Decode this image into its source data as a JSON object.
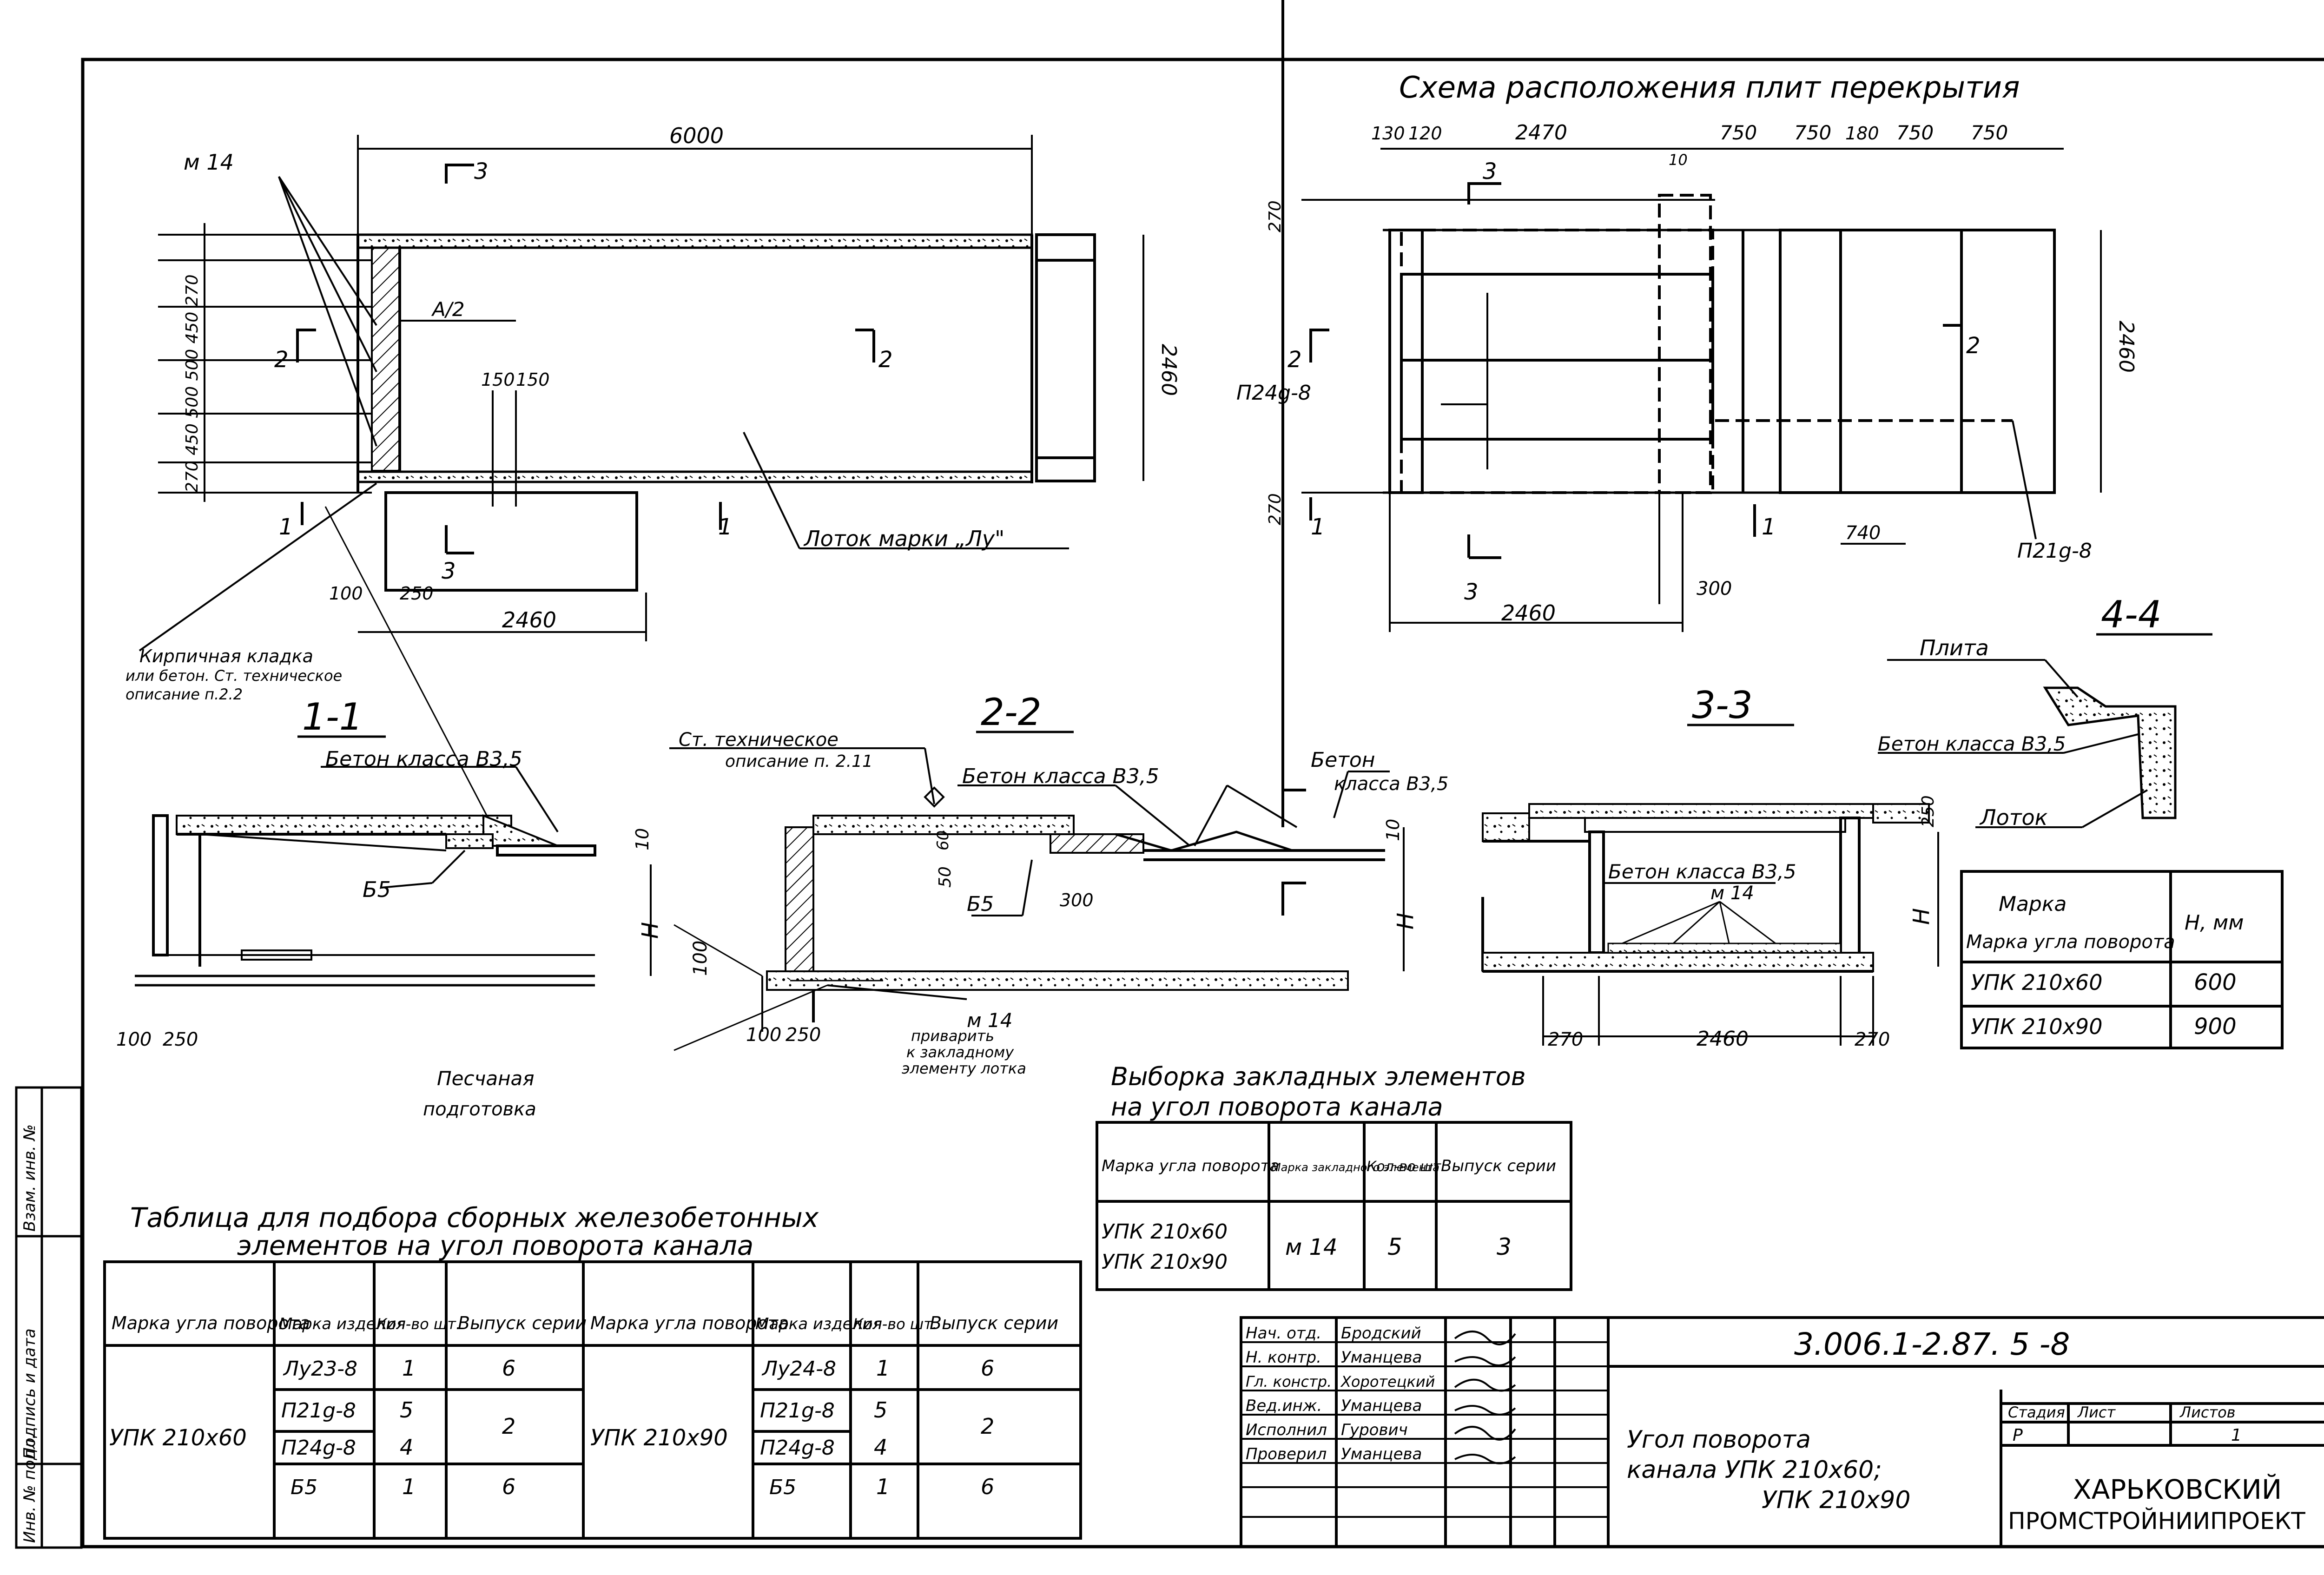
{
  "titles": {
    "plan_scheme": "Схема расположения плит перекрытия",
    "section_1": "1-1",
    "section_2": "2-2",
    "section_3": "3-3",
    "section_4": "4-4"
  },
  "left_plan": {
    "dim_total": "6000",
    "dim_bottom": "2460",
    "dim_height": "2460",
    "dim_100": "100",
    "dim_250": "250",
    "dim_a2": "A/2",
    "dim_150a": "150",
    "dim_150b": "150",
    "left_dims": "270 450 500 500 450 270",
    "mark_m14": "м 14",
    "cut_1": "1",
    "cut_2": "2",
    "cut_3": "3",
    "tray_label": "Лоток марки „Лу\"",
    "masonry_note_1": "Кирпичная кладка",
    "masonry_note_2": "или бетон. Ст. техническое",
    "masonry_note_3": "описание п.2.2"
  },
  "right_plan": {
    "dims_top": [
      "130",
      "120",
      "2470",
      "10",
      "750",
      "750",
      "180",
      "750",
      "750"
    ],
    "dim_270a": "270",
    "dim_270b": "270",
    "dim_height": "2460",
    "dim_bottom": "2460",
    "dim_300": "300",
    "dim_740": "740",
    "plate_p24": "П24g-8",
    "plate_p21": "П21g-8",
    "cut_1": "1",
    "cut_2": "2",
    "cut_3": "3"
  },
  "section_labels": {
    "concrete_b35": "Бетон класса В3,5",
    "concrete_b35_short": "Бетон",
    "concrete_b35_short2": "класса В3,5",
    "tech_desc_1": "Ст. техническое",
    "tech_desc_2": "описание п. 2.11",
    "b5": "Б5",
    "dim_h": "H",
    "dim_10": "10",
    "dim_100": "100",
    "dim_250": "250",
    "dim_50": "50",
    "dim_300": "300",
    "dim_60": "60",
    "weld_note_1": "приварить",
    "weld_note_2": "к закладному",
    "weld_note_3": "элементу лотка",
    "m14": "м 14",
    "sand": "Песчаная",
    "sand2": "подготовка",
    "dim_270": "270",
    "dim_2460": "2460",
    "plate": "Плита",
    "tray": "Лоток"
  },
  "h_table": {
    "headers": [
      "Марка угла поворота",
      "H, мм"
    ],
    "rows": [
      [
        "УПК 210х60",
        "600"
      ],
      [
        "УПК 210х90",
        "900"
      ]
    ]
  },
  "embedded_table": {
    "title_1": "Выборка закладных элементов",
    "title_2": "на угол поворота канала",
    "headers": [
      "Марка угла поворота",
      "Марка закладного элемента",
      "Кол-во шт.",
      "Выпуск серии"
    ],
    "row": {
      "marks": [
        "УПК 210х60",
        "УПК 210х90"
      ],
      "element": "м 14",
      "qty": "5",
      "issue": "3"
    }
  },
  "precast_table": {
    "title_1": "Таблица для подбора сборных железобетонных",
    "title_2": "элементов на угол поворота канала",
    "headers": [
      "Марка угла поворота",
      "Марка изделия",
      "Кол-во шт.",
      "Выпуск серии"
    ],
    "left": {
      "mark": "УПК 210х60",
      "rows": [
        [
          "Лу23-8",
          "1",
          "6"
        ],
        [
          "П21g-8",
          "5",
          "2"
        ],
        [
          "П24g-8",
          "4",
          ""
        ],
        [
          "Б5",
          "1",
          "6"
        ]
      ]
    },
    "right": {
      "mark": "УПК 210х90",
      "rows": [
        [
          "Лу24-8",
          "1",
          "6"
        ],
        [
          "П21g-8",
          "5",
          "2"
        ],
        [
          "П24g-8",
          "4",
          ""
        ],
        [
          "Б5",
          "1",
          "6"
        ]
      ]
    }
  },
  "title_block": {
    "doc_code": "3.006.1-2.87. 5 -8",
    "title_1": "Угол поворота",
    "title_2": "канала  УПК 210х60;",
    "title_3": "УПК 210х90",
    "stage_h": "Стадия",
    "sheet_h": "Лист",
    "sheets_h": "Листов",
    "stage": "Р",
    "sheets": "1",
    "org_1": "ХАРЬКОВСКИЙ",
    "org_2": "ПРОМСТРОЙНИИПРОЕКТ",
    "people": [
      [
        "Нач. отд.",
        "Бродский"
      ],
      [
        "Н. контр.",
        "Уманцева"
      ],
      [
        "Гл. констр.",
        "Хоротецкий"
      ],
      [
        "Вед.инж.",
        "Уманцева"
      ],
      [
        "Исполнил",
        "Гурович"
      ],
      [
        "Проверил",
        "Уманцева"
      ]
    ]
  },
  "side_stamp": {
    "items": [
      "Инв. № подл.",
      "Подпись и дата",
      "Взам. инв. №"
    ]
  }
}
